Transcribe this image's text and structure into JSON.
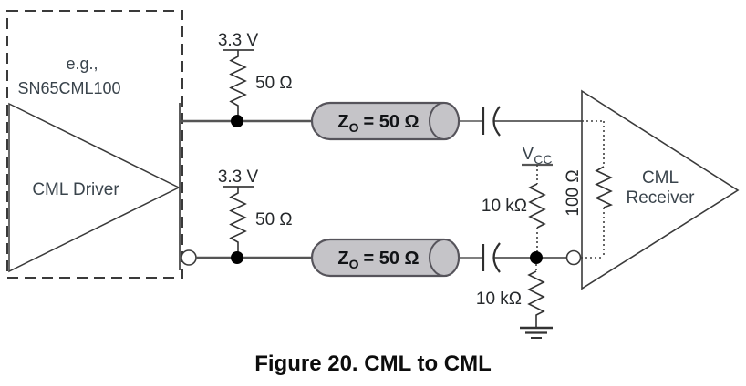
{
  "figure": {
    "caption": "Figure 20. CML to CML"
  },
  "driver": {
    "example_line1": "e.g.,",
    "example_line2": "SN65CML100",
    "label": "CML Driver"
  },
  "receiver": {
    "label_line1": "CML",
    "label_line2": "Receiver",
    "termination_resistor": "100 Ω"
  },
  "pullups": {
    "top": {
      "voltage": "3.3 V",
      "resistance": "50 Ω"
    },
    "bottom": {
      "voltage": "3.3 V",
      "resistance": "50 Ω"
    }
  },
  "transmission_lines": {
    "top": {
      "base": "Z",
      "sub": "O",
      "rest": "= 50 Ω"
    },
    "bottom": {
      "base": "Z",
      "sub": "O",
      "rest": "= 50 Ω"
    }
  },
  "bias": {
    "vcc_base": "V",
    "vcc_sub": "CC",
    "pullup_resistor": "10 kΩ",
    "pulldown_resistor": "10 kΩ"
  },
  "colors": {
    "background": "#ffffff",
    "wire": "#555555",
    "outline": "#3a3a3a",
    "cylinder_fill": "#c5c4c8",
    "cylinder_stroke": "#56545b",
    "device_text": "#3a444c",
    "value_text": "#26292c",
    "caption_text": "#0d0d0d"
  }
}
